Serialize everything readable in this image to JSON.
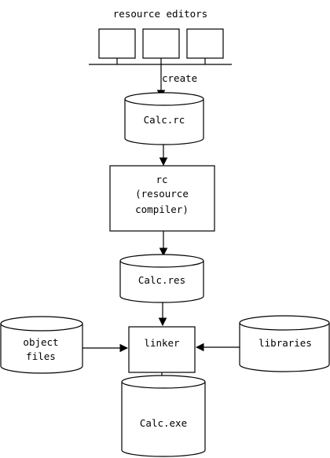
{
  "diagram": {
    "title": "resource editors",
    "edge_label": "create",
    "nodes": {
      "calc_rc": "Calc.rc",
      "rc_line1": "rc",
      "rc_line2": "(resource",
      "rc_line3": "compiler)",
      "calc_res": "Calc.res",
      "linker": "linker",
      "object_line1": "object",
      "object_line2": "files",
      "libraries": "libraries",
      "calc_exe": "Calc.exe"
    }
  }
}
